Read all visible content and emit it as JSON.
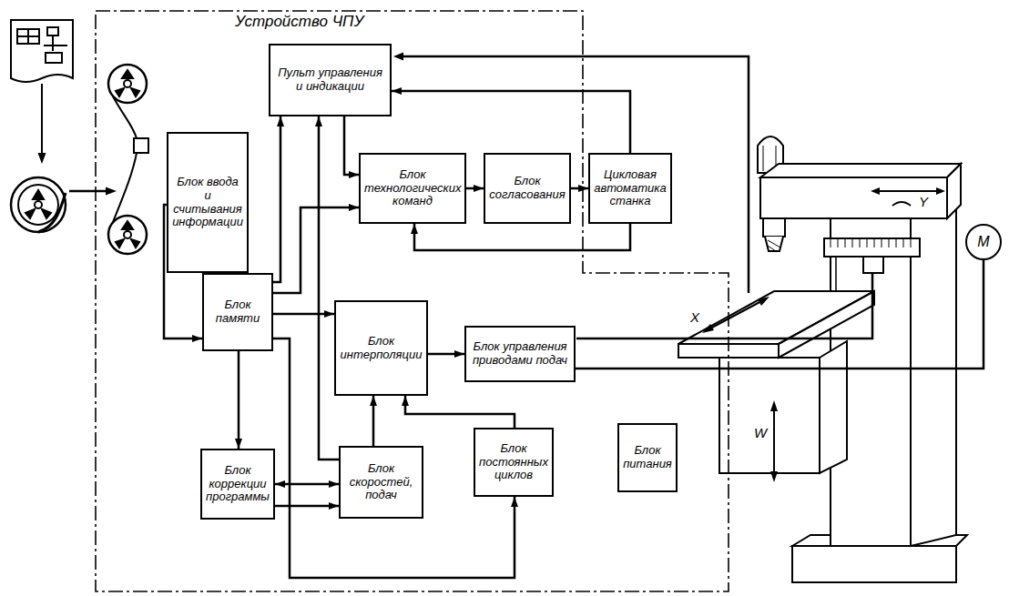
{
  "diagram": {
    "nodes": [
      {
        "text": [
          "Устройство ЧПУ"
        ]
      },
      {
        "text": [
          "Пульт управления и индикации"
        ],
        "in": 0
      },
      {
        "text": [
          "Блок ввода и считывания информации"
        ],
        "in": 0
      },
      {
        "text": [
          "Блок технологических команд"
        ],
        "in": 0
      },
      {
        "text": [
          "Блок согласования"
        ],
        "in": 0
      },
      {
        "text": [
          "Цикловая автоматика станка"
        ]
      },
      {
        "text": [
          "Блок памяти"
        ],
        "in": 0
      },
      {
        "text": [
          "Блок интерполяции"
        ],
        "in": 0
      },
      {
        "text": [
          "Блок управления приводами подач"
        ],
        "in": 0
      },
      {
        "text": [
          "Блок коррекции программы"
        ],
        "in": 0
      },
      {
        "text": [
          "Блок скоростей, подач"
        ],
        "in": 0
      },
      {
        "text": [
          "Блок постоянных циклов"
        ],
        "in": 0
      },
      {
        "text": [
          "Блок питания"
        ],
        "in": 0
      },
      {
        "text": [
          "M"
        ]
      }
    ],
    "edges": [
      {
        "from": 2,
        "to": 6,
        "arrow": "to"
      },
      {
        "from": 6,
        "to": 1,
        "arrow": "to"
      },
      {
        "from": 6,
        "to": 3,
        "arrow": "to"
      },
      {
        "from": 1,
        "to": 3,
        "arrow": "to"
      },
      {
        "from": 3,
        "to": 4,
        "arrow": "to"
      },
      {
        "from": 4,
        "to": 5,
        "arrow": "to"
      },
      {
        "from": 5,
        "to": 1,
        "arrow": "to"
      },
      {
        "from": 5,
        "to": 3,
        "arrow": "to"
      },
      {
        "from": 6,
        "to": 7,
        "arrow": "to"
      },
      {
        "from": 7,
        "to": 8,
        "arrow": "to"
      },
      {
        "from": 6,
        "to": 9,
        "arrow": "to"
      },
      {
        "from": 9,
        "to": 10,
        "arrow": "both"
      },
      {
        "from": 9,
        "to": 10,
        "arrow": "to"
      },
      {
        "from": 10,
        "to": 7,
        "arrow": "to"
      },
      {
        "from": 11,
        "to": 7,
        "arrow": "to"
      },
      {
        "from": 6,
        "to": 11,
        "arrow": "to"
      },
      {
        "from": 10,
        "to": 1,
        "arrow": "to"
      },
      {
        "from": 8,
        "to": 13,
        "arrow": "none"
      }
    ],
    "labels": [
      "Y",
      "X",
      "W"
    ]
  }
}
